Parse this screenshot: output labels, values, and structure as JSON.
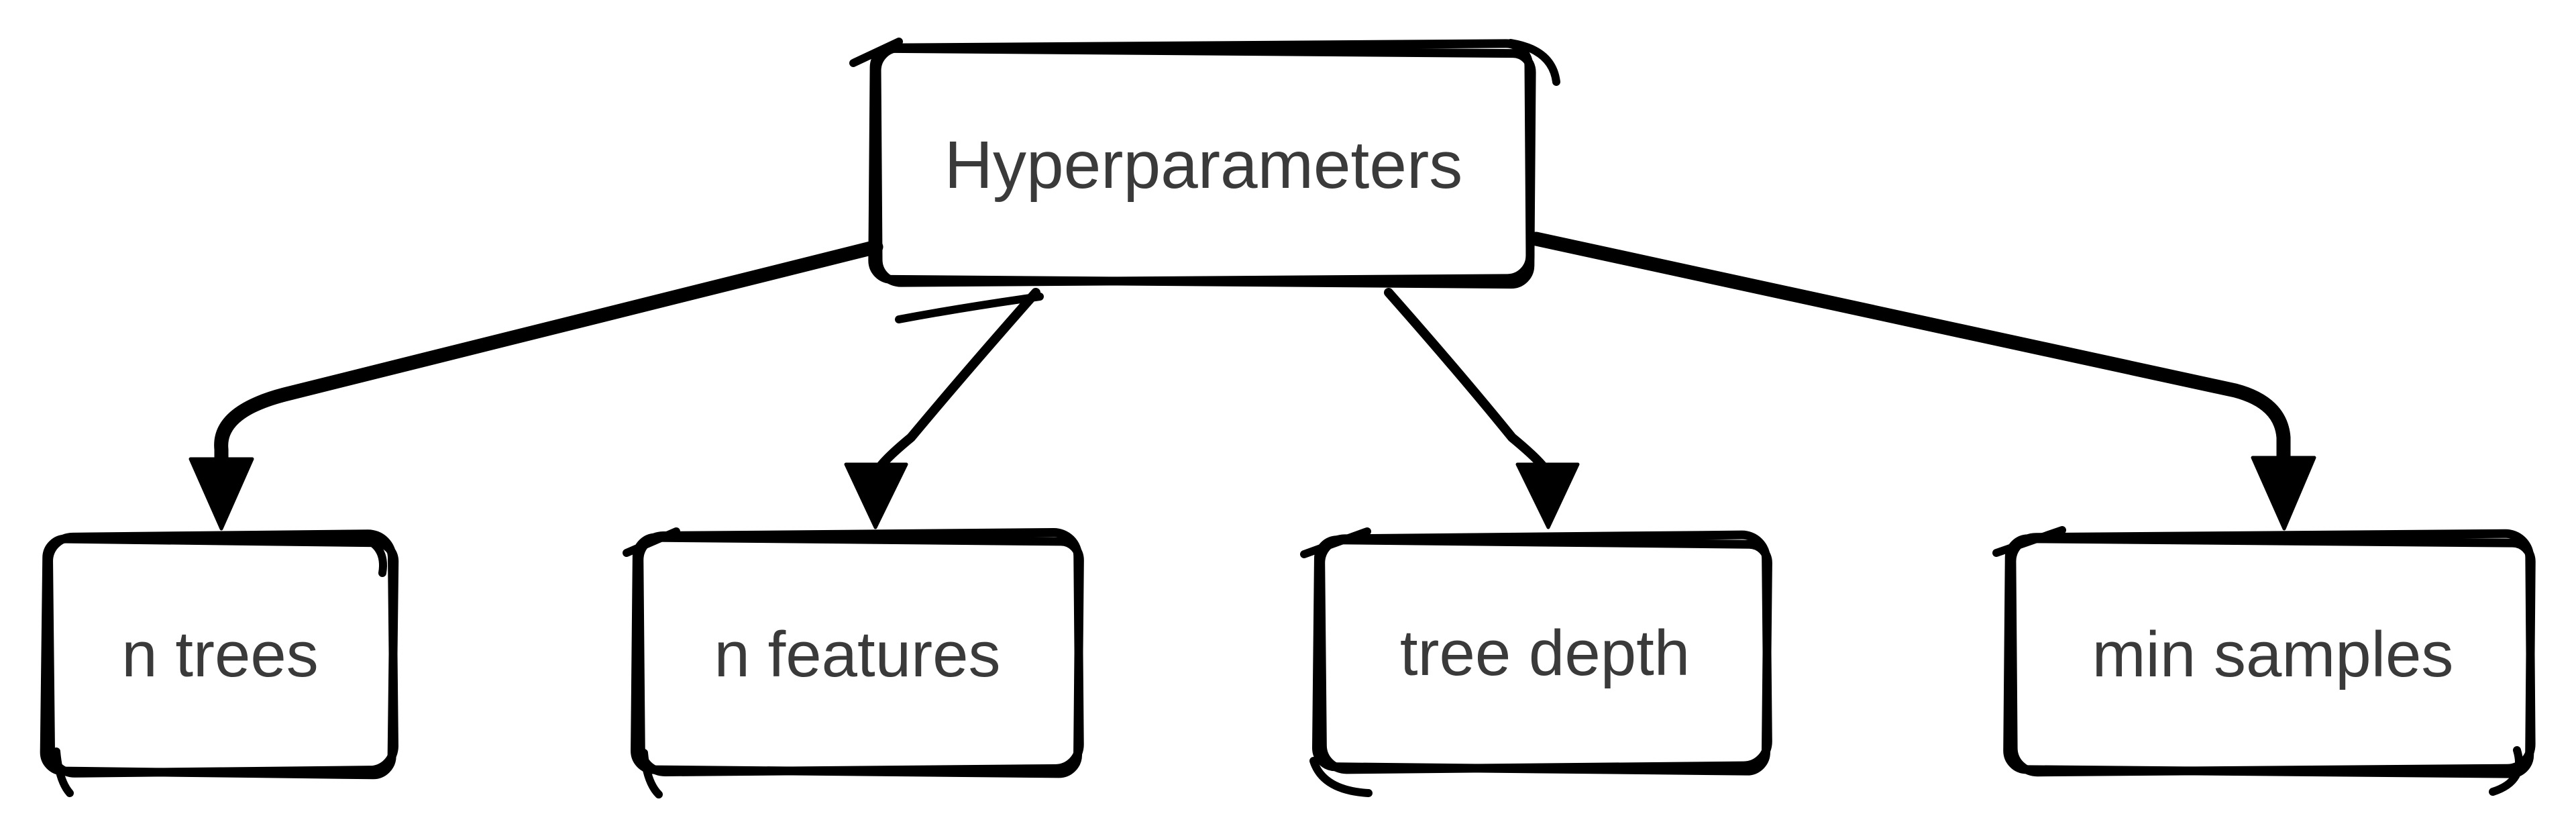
{
  "colors": {
    "background": "#ffffff",
    "stroke": "#000000",
    "label_text": "#3a3a3a"
  },
  "diagram": {
    "type": "tree",
    "style": "hand-drawn",
    "root": {
      "label": "Hyperparameters"
    },
    "children": [
      {
        "label": "n trees"
      },
      {
        "label": "n features"
      },
      {
        "label": "tree depth"
      },
      {
        "label": "min samples"
      }
    ],
    "edges": [
      {
        "from": "Hyperparameters",
        "to": "n trees"
      },
      {
        "from": "Hyperparameters",
        "to": "n features"
      },
      {
        "from": "Hyperparameters",
        "to": "tree depth"
      },
      {
        "from": "Hyperparameters",
        "to": "min samples"
      }
    ]
  }
}
